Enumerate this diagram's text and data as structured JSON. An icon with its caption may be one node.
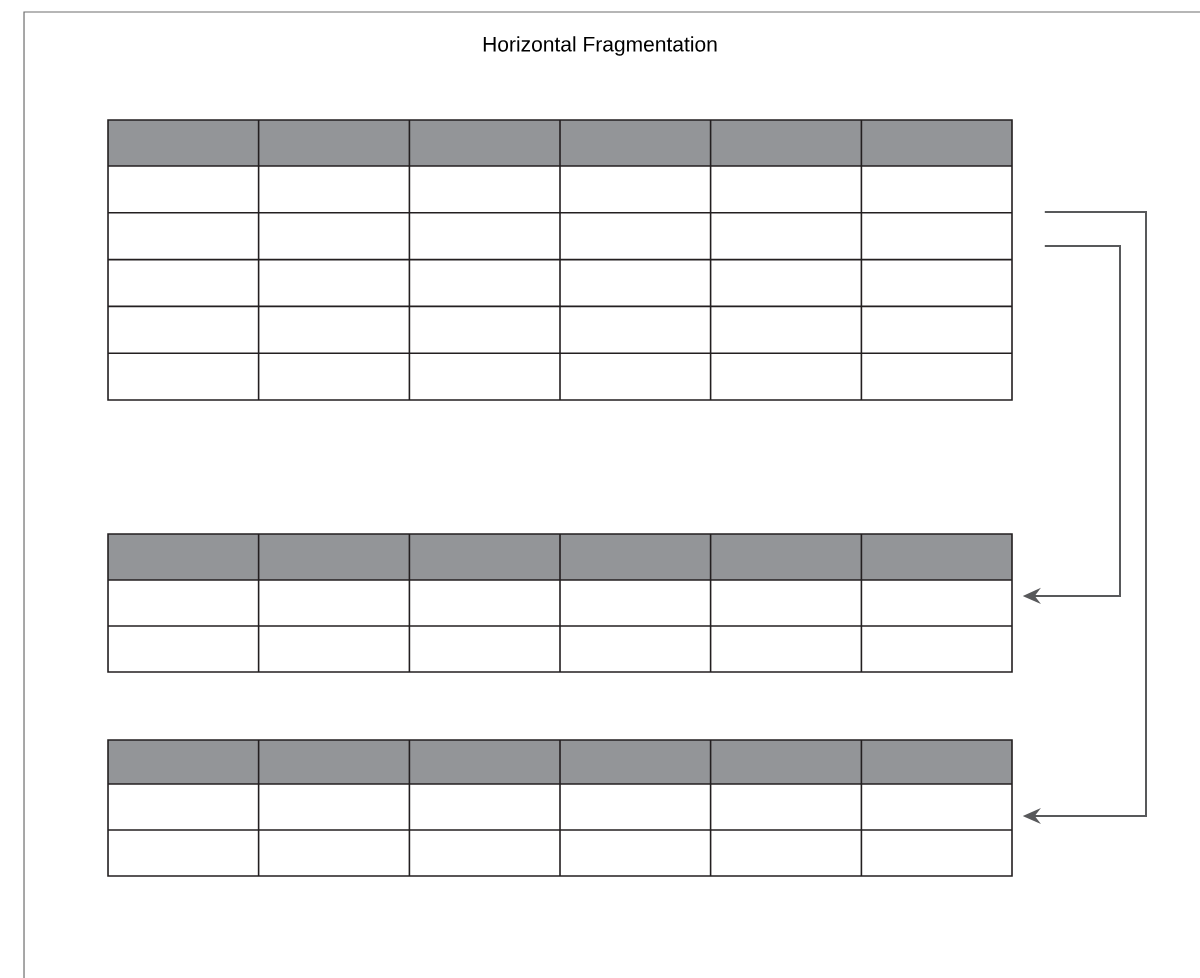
{
  "diagram": {
    "title": "Horizontal Fragmentation",
    "nodes": [
      {
        "text": [],
        "shape": "table"
      },
      {
        "text": [],
        "shape": "table"
      },
      {
        "text": [],
        "shape": "table"
      }
    ],
    "edges": [
      {
        "from": 0,
        "to": 2,
        "arrow": "to"
      },
      {
        "from": 0,
        "to": 1,
        "arrow": "to"
      }
    ]
  }
}
